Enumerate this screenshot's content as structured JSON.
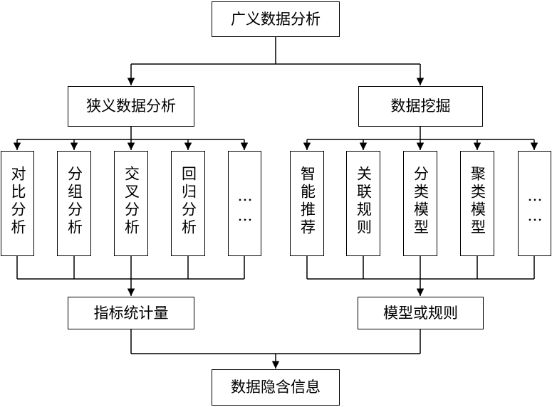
{
  "diagram": {
    "root": "广义数据分析",
    "branches": [
      {
        "label": "狭义数据分析",
        "leaves": [
          "对比分析",
          "分组分析",
          "交叉分析",
          "回归分析",
          "……"
        ],
        "output": "指标统计量"
      },
      {
        "label": "数据挖掘",
        "leaves": [
          "智能推荐",
          "关联规则",
          "分类模型",
          "聚类模型",
          "……"
        ],
        "output": "模型或规则"
      }
    ],
    "final": "数据隐含信息"
  }
}
